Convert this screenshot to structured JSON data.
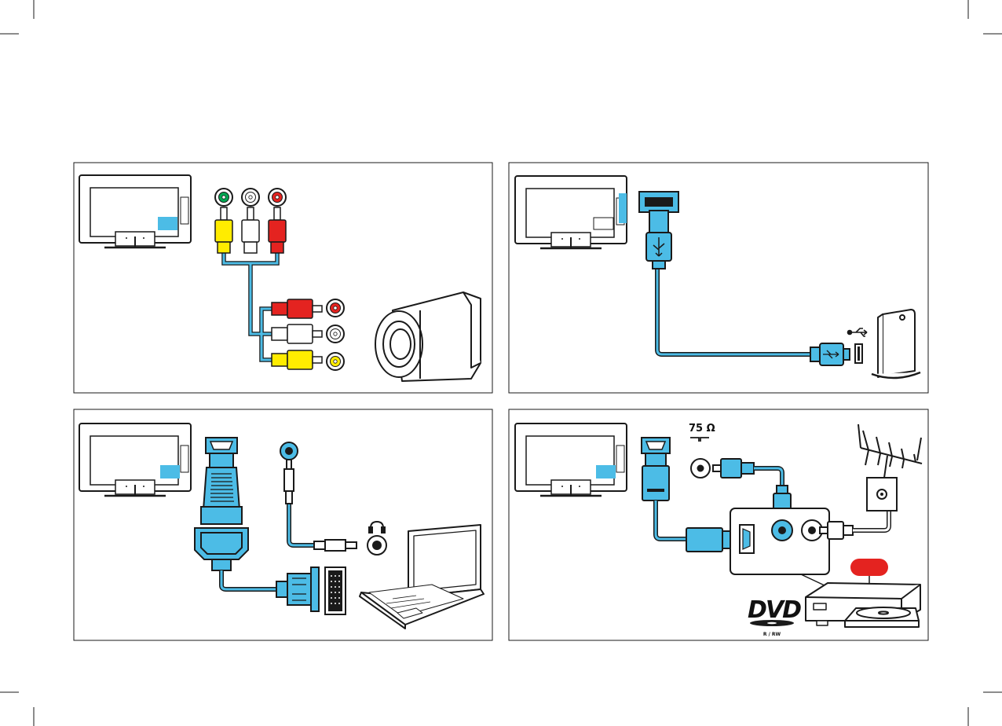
{
  "colors": {
    "cable_blue": "#4cbce6",
    "outline": "#1a1a1a",
    "rca_yellow": "#ffec00",
    "rca_red": "#e42320",
    "rca_white": "#ffffff",
    "rca_green": "#00a651",
    "red_badge": "#e42320"
  },
  "panels": [
    {
      "id": "top-left",
      "description_icons": [
        "tv-icon",
        "rca-jack-green-icon",
        "rca-jack-white-icon",
        "rca-jack-red-icon",
        "rca-plug-yellow-icon",
        "rca-plug-white-icon",
        "rca-plug-red-icon",
        "camcorder-icon"
      ]
    },
    {
      "id": "top-right",
      "description_icons": [
        "tv-icon",
        "usb-port-icon",
        "usb-plug-icon",
        "usb-symbol-icon",
        "micro-usb-plug-icon",
        "router-icon"
      ]
    },
    {
      "id": "bottom-left",
      "description_icons": [
        "tv-icon",
        "hdmi-port-icon",
        "hdmi-dvi-adapter-icon",
        "dvi-port-icon",
        "audio-jack-icon",
        "headphone-icon",
        "laptop-icon"
      ]
    },
    {
      "id": "bottom-right",
      "description_icons": [
        "tv-icon",
        "hdmi-port-icon",
        "antenna-socket-icon",
        "antenna-icon",
        "wall-socket-icon",
        "dvd-recorder-icon",
        "dvd-logo-icon"
      ]
    }
  ],
  "labels": {
    "impedance": "75 Ω",
    "dvd_logo": "DVD",
    "dvd_sub": "R / RW"
  }
}
